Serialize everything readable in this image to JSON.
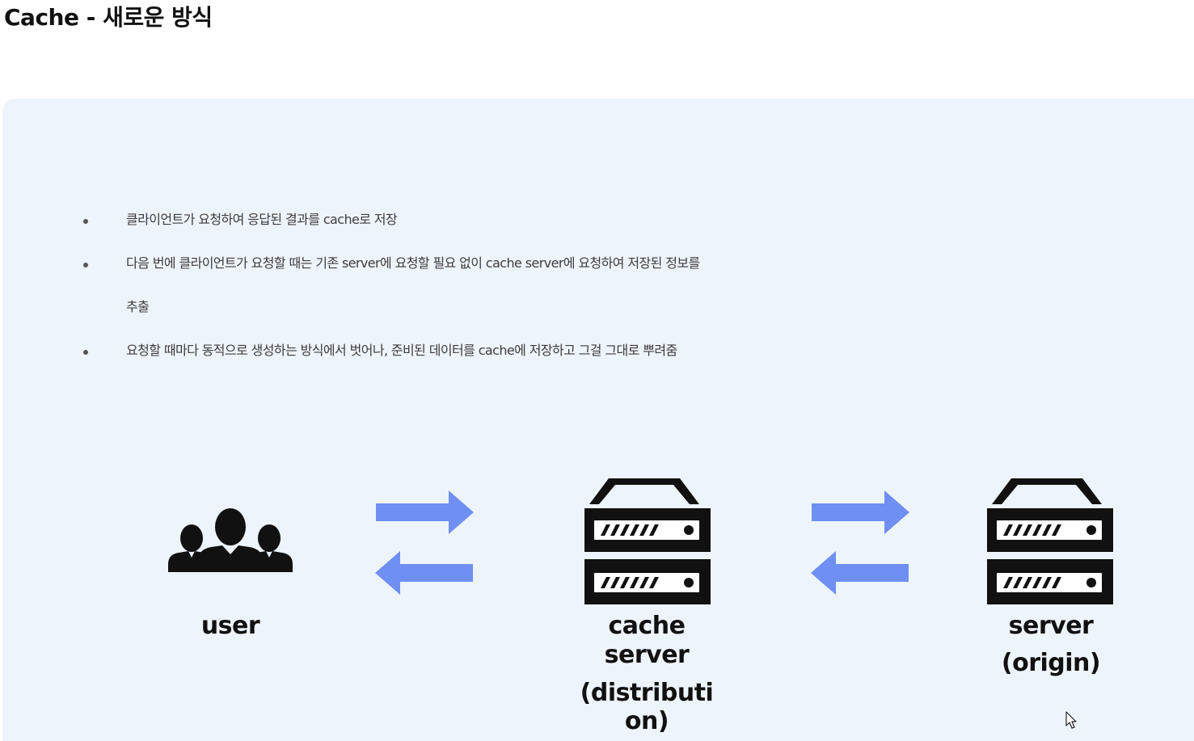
{
  "title": "Cache - 새로운 방식",
  "bullets": [
    "클라이언트가 요청하여 응답된 결과를 cache로 저장",
    "다음 번에 클라이언트가 요청할 때는 기존 server에 요청할 필요 없이 cache server에 요청하여 저장된 정보를",
    "추출",
    "요청할 때마다 동적으로 생성하는 방식에서 벗어나, 준비된 데이터를 cache에 저장하고 그걸 그대로 뿌려줌"
  ],
  "diagram": {
    "user": {
      "label": "user",
      "icon": "users-group-icon"
    },
    "cache_server": {
      "label_line1": "cache",
      "label_line2": "server",
      "label_line3": "(distributi",
      "label_line4": "on)",
      "icon": "server-rack-icon"
    },
    "origin_server": {
      "label_line1": "server",
      "label_line2": "(origin)",
      "icon": "server-rack-icon"
    },
    "arrow_color": "#6f8ff2",
    "icon_color": "#111111"
  },
  "colors": {
    "card_background": "#eef4fc",
    "text": "#3c3c3c",
    "title": "#111111"
  }
}
